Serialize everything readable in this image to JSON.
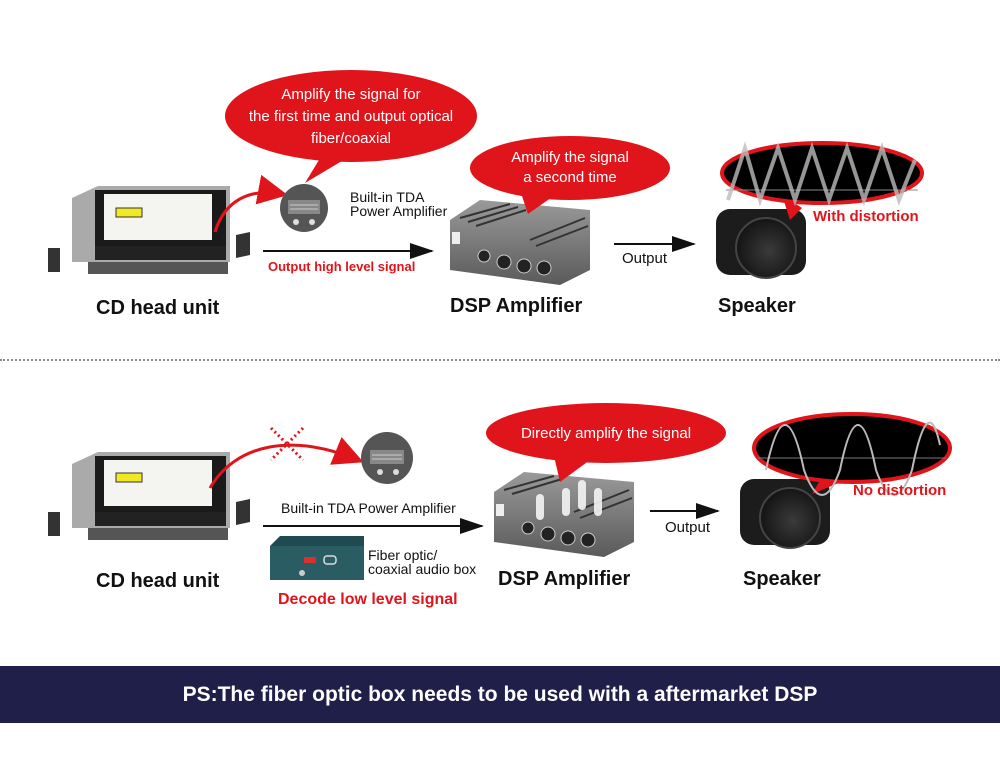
{
  "top_panel": {
    "head_unit_label": "CD head unit",
    "bubble_1": [
      "Amplify the signal for",
      "the first time and output optical",
      "fiber/coaxial"
    ],
    "tda_label": [
      "Built-in TDA",
      "Power Amplifier"
    ],
    "arrow_label": "Output high level signal",
    "bubble_2": [
      "Amplify the signal",
      "a second time"
    ],
    "dsp_label": "DSP Amplifier",
    "output_label": "Output",
    "speaker_label": "Speaker",
    "waveform_status": "With distortion"
  },
  "bottom_panel": {
    "head_unit_label": "CD head unit",
    "tda_label": "Built-in TDA Power Amplifier",
    "box_label": [
      "Fiber optic/",
      "coaxial audio box"
    ],
    "decode_label": "Decode low level signal",
    "bubble": "Directly amplify the signal",
    "dsp_label": "DSP Amplifier",
    "output_label": "Output",
    "speaker_label": "Speaker",
    "waveform_status": "No distortion"
  },
  "footer": {
    "note": "PS:The fiber optic box needs to be used with a aftermarket DSP"
  },
  "colors": {
    "accent_red": "#e0141b",
    "banner_bg": "#1f1f4a",
    "text_dark": "#111111"
  }
}
